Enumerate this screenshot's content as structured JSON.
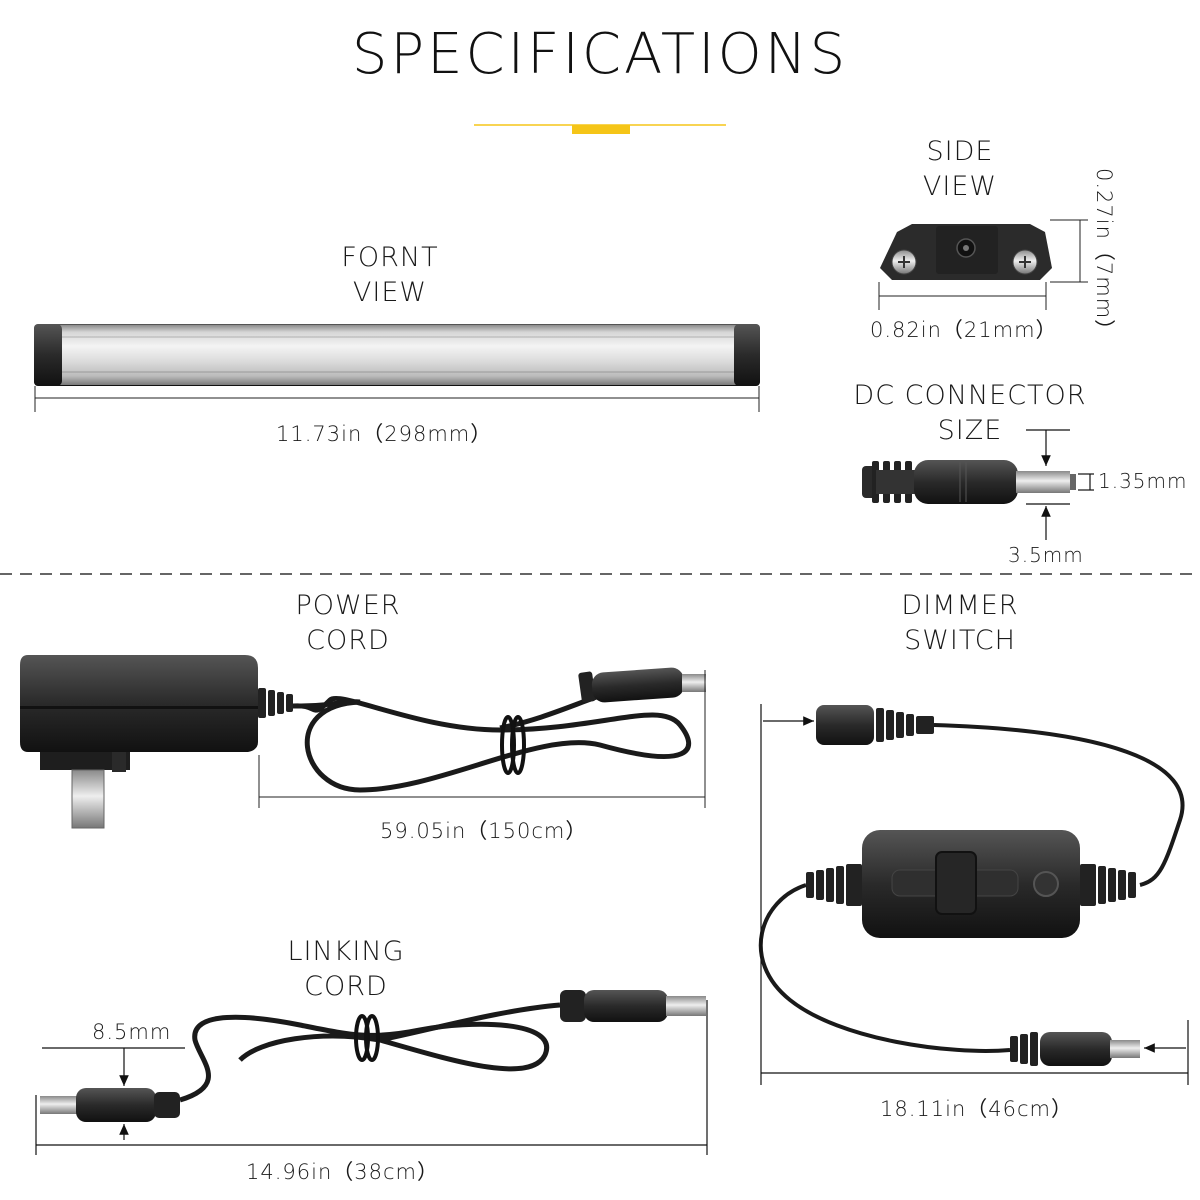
{
  "title": "SPECIFICATIONS",
  "accent_color": "#f5c518",
  "front_view": {
    "label_line1": "FORNT",
    "label_line2": "VIEW",
    "length": "11.73in（298mm）"
  },
  "side_view": {
    "label_line1": "SIDE",
    "label_line2": "VIEW",
    "height": "0.27in（7mm）",
    "width": "0.82in（21mm）"
  },
  "dc_connector": {
    "label_line1": "DC CONNECTOR",
    "label_line2": "SIZE",
    "inner_diameter": "1.35mm",
    "outer_diameter": "3.5mm"
  },
  "power_cord": {
    "label_line1": "POWER",
    "label_line2": "CORD",
    "length": "59.05in（150cm）"
  },
  "dimmer_switch": {
    "label_line1": "DIMMER",
    "label_line2": "SWITCH",
    "length": "18.11in（46cm）"
  },
  "linking_cord": {
    "label_line1": "LINKING",
    "label_line2": "CORD",
    "plug_size": "8.5mm",
    "length": "14.96in（38cm）"
  }
}
